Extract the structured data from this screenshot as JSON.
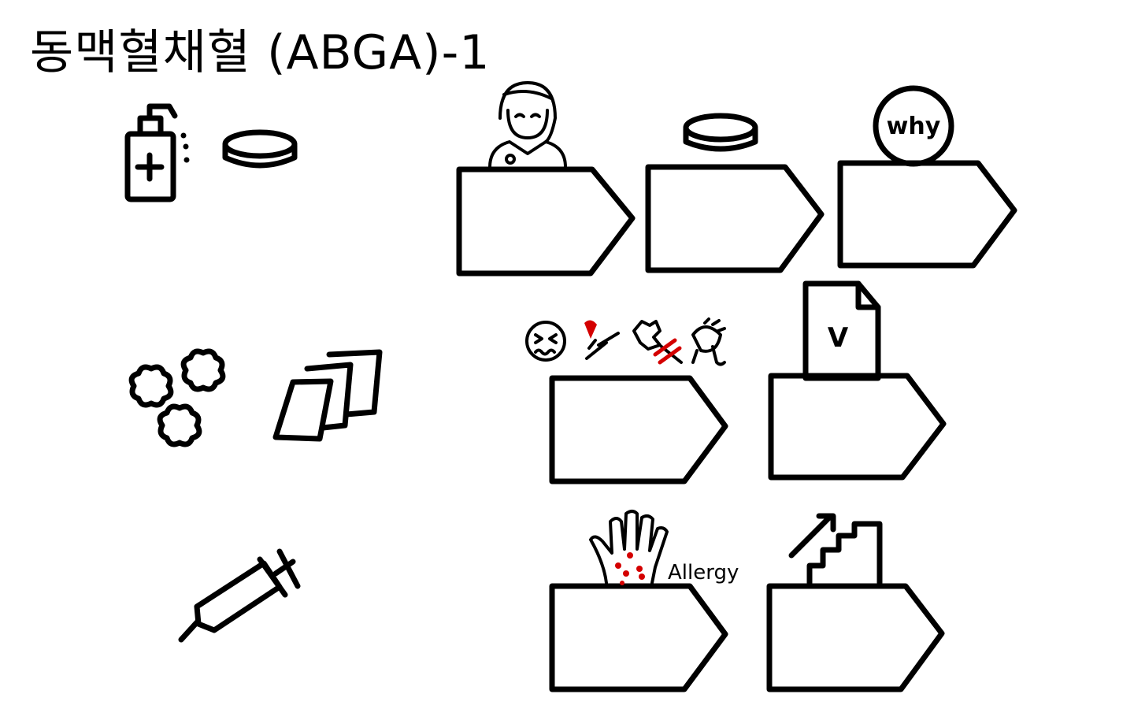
{
  "title": "동맥혈채혈 (ABGA)-1",
  "labels": {
    "why": "why",
    "check": "V",
    "allergy": "Allergy"
  },
  "colors": {
    "ink": "#000000",
    "accent": "#d40000"
  }
}
